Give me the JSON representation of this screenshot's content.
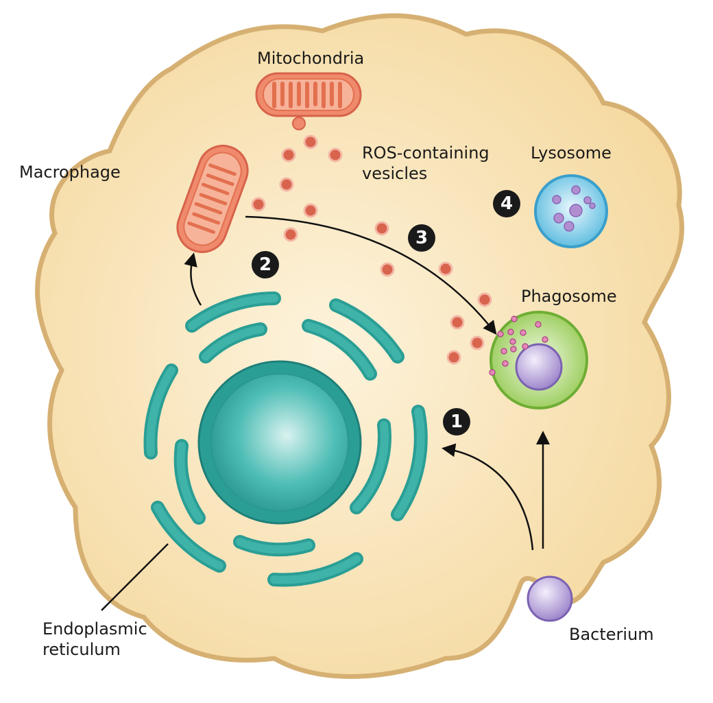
{
  "labels": {
    "macrophage": "Macrophage",
    "mitochondria": "Mitochondria",
    "ros_vesicles": "ROS-containing\nvesicles",
    "lysosome": "Lysosome",
    "phagosome": "Phagosome",
    "er": "Endoplasmic\nreticulum",
    "bacterium": "Bacterium"
  },
  "steps": [
    "1",
    "2",
    "3",
    "4"
  ],
  "colors": {
    "cell_fill": "#f7dfae",
    "cell_edge": "#d9b57a",
    "er": "#2a9e95",
    "nucleus": "#3fb5ad",
    "mito": "#e8795c",
    "vesicle": "#d9644e",
    "phagosome": "#9ccd52",
    "lysosome": "#5dbde0",
    "bacterium": "#a98fd0"
  }
}
